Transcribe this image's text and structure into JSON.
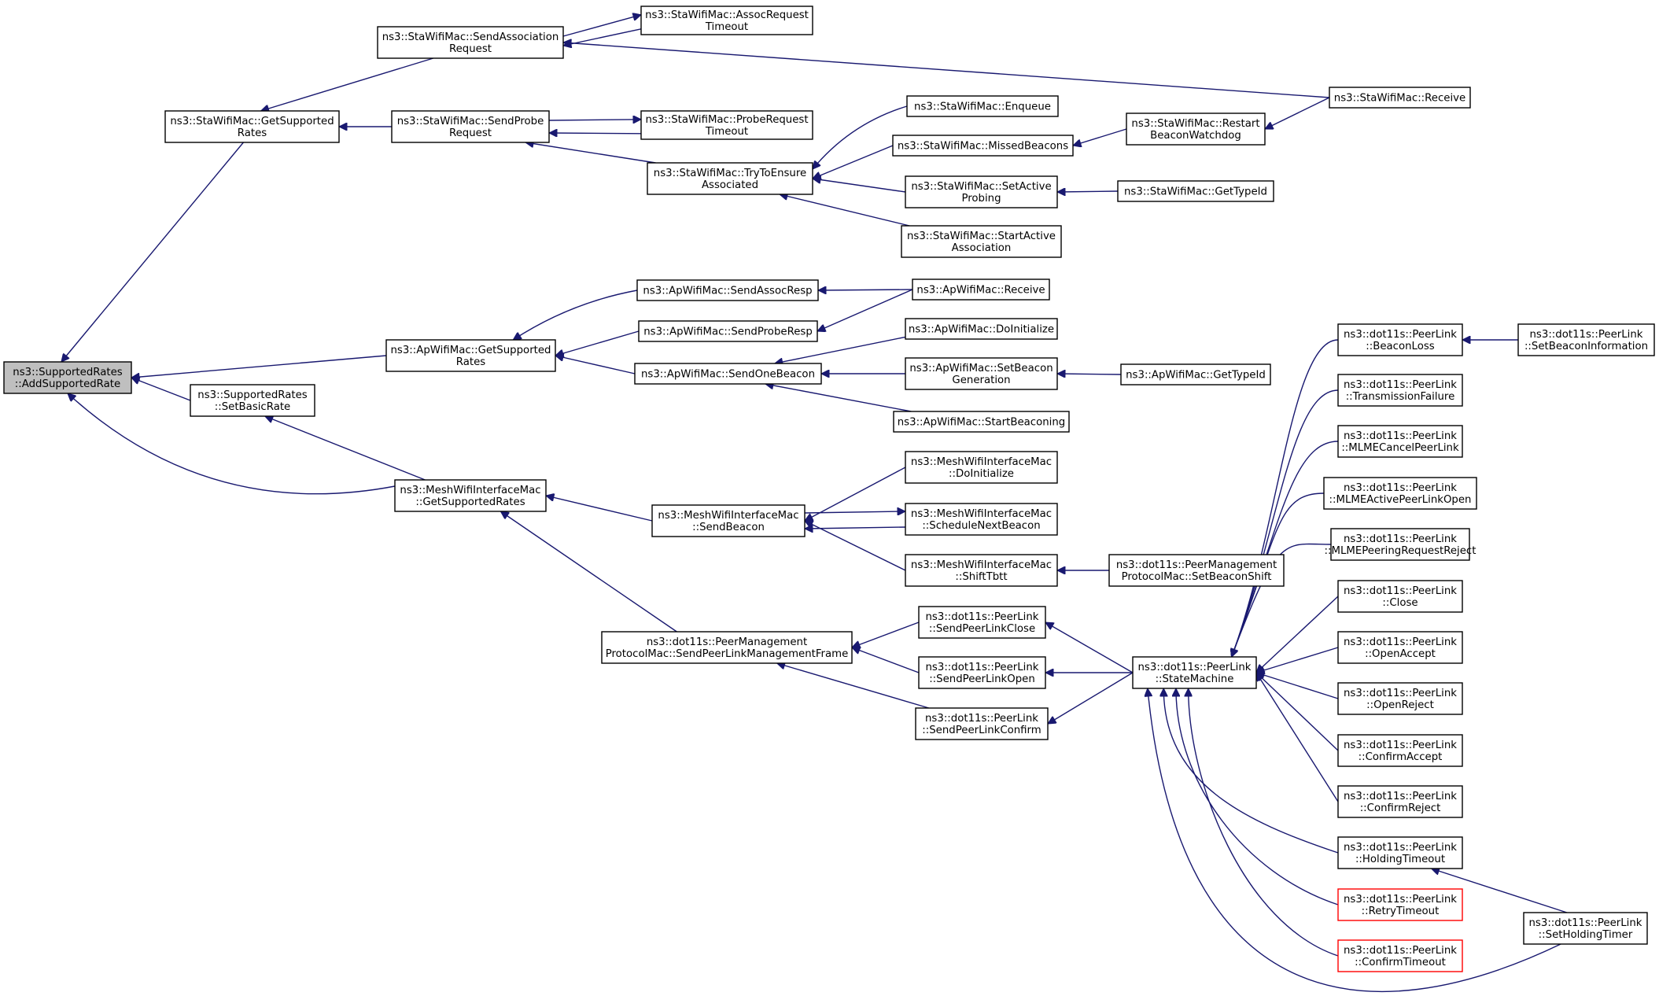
{
  "graph": {
    "colors": {
      "edge": "#191970",
      "node_border": "#000000",
      "node_border_unlinked": "#ff0000",
      "root_fill": "#bfbfbf",
      "node_fill": "#ffffff"
    },
    "nodes": [
      {
        "id": "root",
        "lines": [
          "ns3::SupportedRates",
          "::AddSupportedRate"
        ],
        "root": true
      },
      {
        "id": "sta_getrates",
        "lines": [
          "ns3::StaWifiMac::GetSupported",
          "Rates"
        ]
      },
      {
        "id": "ap_getrates",
        "lines": [
          "ns3::ApWifiMac::GetSupported",
          "Rates"
        ]
      },
      {
        "id": "setbasic",
        "lines": [
          "ns3::SupportedRates",
          "::SetBasicRate"
        ]
      },
      {
        "id": "mesh_getrates",
        "lines": [
          "ns3::MeshWifiInterfaceMac",
          "::GetSupportedRates"
        ]
      },
      {
        "id": "sendassoc",
        "lines": [
          "ns3::StaWifiMac::SendAssociation",
          "Request"
        ]
      },
      {
        "id": "sendprobe",
        "lines": [
          "ns3::StaWifiMac::SendProbe",
          "Request"
        ]
      },
      {
        "id": "assoctimeout",
        "lines": [
          "ns3::StaWifiMac::AssocRequest",
          "Timeout"
        ]
      },
      {
        "id": "probetimeout",
        "lines": [
          "ns3::StaWifiMac::ProbeRequest",
          "Timeout"
        ]
      },
      {
        "id": "tryensure",
        "lines": [
          "ns3::StaWifiMac::TryToEnsure",
          "Associated"
        ]
      },
      {
        "id": "sta_receive",
        "lines": [
          "ns3::StaWifiMac::Receive"
        ]
      },
      {
        "id": "enqueue",
        "lines": [
          "ns3::StaWifiMac::Enqueue"
        ]
      },
      {
        "id": "missed",
        "lines": [
          "ns3::StaWifiMac::MissedBeacons"
        ]
      },
      {
        "id": "restart",
        "lines": [
          "ns3::StaWifiMac::Restart",
          "BeaconWatchdog"
        ]
      },
      {
        "id": "setactive",
        "lines": [
          "ns3::StaWifiMac::SetActive",
          "Probing"
        ]
      },
      {
        "id": "sta_gettype",
        "lines": [
          "ns3::StaWifiMac::GetTypeId"
        ]
      },
      {
        "id": "startactive",
        "lines": [
          "ns3::StaWifiMac::StartActive",
          "Association"
        ]
      },
      {
        "id": "sendassocresp",
        "lines": [
          "ns3::ApWifiMac::SendAssocResp"
        ]
      },
      {
        "id": "sendproberesp",
        "lines": [
          "ns3::ApWifiMac::SendProbeResp"
        ]
      },
      {
        "id": "sendonebeacon",
        "lines": [
          "ns3::ApWifiMac::SendOneBeacon"
        ]
      },
      {
        "id": "ap_receive",
        "lines": [
          "ns3::ApWifiMac::Receive"
        ]
      },
      {
        "id": "ap_doinit",
        "lines": [
          "ns3::ApWifiMac::DoInitialize"
        ]
      },
      {
        "id": "ap_setbeacon",
        "lines": [
          "ns3::ApWifiMac::SetBeacon",
          "Generation"
        ]
      },
      {
        "id": "ap_gettype",
        "lines": [
          "ns3::ApWifiMac::GetTypeId"
        ]
      },
      {
        "id": "startbeaconing",
        "lines": [
          "ns3::ApWifiMac::StartBeaconing"
        ]
      },
      {
        "id": "mesh_sendbeacon",
        "lines": [
          "ns3::MeshWifiInterfaceMac",
          "::SendBeacon"
        ]
      },
      {
        "id": "mesh_doinit",
        "lines": [
          "ns3::MeshWifiInterfaceMac",
          "::DoInitialize"
        ]
      },
      {
        "id": "mesh_schedule",
        "lines": [
          "ns3::MeshWifiInterfaceMac",
          "::ScheduleNextBeacon"
        ]
      },
      {
        "id": "mesh_shift",
        "lines": [
          "ns3::MeshWifiInterfaceMac",
          "::ShiftTbtt"
        ]
      },
      {
        "id": "pm_setbeaconshift",
        "lines": [
          "ns3::dot11s::PeerManagement",
          "ProtocolMac::SetBeaconShift"
        ]
      },
      {
        "id": "pm_sendframe",
        "lines": [
          "ns3::dot11s::PeerManagement",
          "ProtocolMac::SendPeerLinkManagementFrame"
        ]
      },
      {
        "id": "pl_sendclose",
        "lines": [
          "ns3::dot11s::PeerLink",
          "::SendPeerLinkClose"
        ]
      },
      {
        "id": "pl_sendopen",
        "lines": [
          "ns3::dot11s::PeerLink",
          "::SendPeerLinkOpen"
        ]
      },
      {
        "id": "pl_sendconfirm",
        "lines": [
          "ns3::dot11s::PeerLink",
          "::SendPeerLinkConfirm"
        ]
      },
      {
        "id": "pl_statemachine",
        "lines": [
          "ns3::dot11s::PeerLink",
          "::StateMachine"
        ]
      },
      {
        "id": "pl_beaconloss",
        "lines": [
          "ns3::dot11s::PeerLink",
          "::BeaconLoss"
        ]
      },
      {
        "id": "pl_setbeaconinfo",
        "lines": [
          "ns3::dot11s::PeerLink",
          "::SetBeaconInformation"
        ]
      },
      {
        "id": "pl_txfail",
        "lines": [
          "ns3::dot11s::PeerLink",
          "::TransmissionFailure"
        ]
      },
      {
        "id": "pl_cancel",
        "lines": [
          "ns3::dot11s::PeerLink",
          "::MLMECancelPeerLink"
        ]
      },
      {
        "id": "pl_activeopen",
        "lines": [
          "ns3::dot11s::PeerLink",
          "::MLMEActivePeerLinkOpen"
        ]
      },
      {
        "id": "pl_reqreject",
        "lines": [
          "ns3::dot11s::PeerLink",
          "::MLMEPeeringRequestReject"
        ]
      },
      {
        "id": "pl_close",
        "lines": [
          "ns3::dot11s::PeerLink",
          "::Close"
        ]
      },
      {
        "id": "pl_openaccept",
        "lines": [
          "ns3::dot11s::PeerLink",
          "::OpenAccept"
        ]
      },
      {
        "id": "pl_openreject",
        "lines": [
          "ns3::dot11s::PeerLink",
          "::OpenReject"
        ]
      },
      {
        "id": "pl_confirmaccept",
        "lines": [
          "ns3::dot11s::PeerLink",
          "::ConfirmAccept"
        ]
      },
      {
        "id": "pl_confirmreject",
        "lines": [
          "ns3::dot11s::PeerLink",
          "::ConfirmReject"
        ]
      },
      {
        "id": "pl_holdingtimeout",
        "lines": [
          "ns3::dot11s::PeerLink",
          "::HoldingTimeout"
        ]
      },
      {
        "id": "pl_retrytimeout",
        "lines": [
          "ns3::dot11s::PeerLink",
          "::RetryTimeout"
        ],
        "red": true
      },
      {
        "id": "pl_confirmtimeout",
        "lines": [
          "ns3::dot11s::PeerLink",
          "::ConfirmTimeout"
        ],
        "red": true
      },
      {
        "id": "pl_setholding",
        "lines": [
          "ns3::dot11s::PeerLink",
          "::SetHoldingTimer"
        ]
      }
    ],
    "edges": [
      {
        "from": "sta_getrates",
        "to": "root"
      },
      {
        "from": "ap_getrates",
        "to": "root"
      },
      {
        "from": "setbasic",
        "to": "root"
      },
      {
        "from": "mesh_getrates",
        "to": "root"
      },
      {
        "from": "sendassoc",
        "to": "sta_getrates"
      },
      {
        "from": "sendprobe",
        "to": "sta_getrates"
      },
      {
        "from": "assoctimeout",
        "to": "sendassoc"
      },
      {
        "from": "sta_receive",
        "to": "sendassoc"
      },
      {
        "from": "sendassoc",
        "to": "assoctimeout"
      },
      {
        "from": "probetimeout",
        "to": "sendprobe"
      },
      {
        "from": "tryensure",
        "to": "sendprobe"
      },
      {
        "from": "sendprobe",
        "to": "probetimeout"
      },
      {
        "from": "enqueue",
        "to": "tryensure"
      },
      {
        "from": "missed",
        "to": "tryensure"
      },
      {
        "from": "setactive",
        "to": "tryensure"
      },
      {
        "from": "startactive",
        "to": "tryensure"
      },
      {
        "from": "restart",
        "to": "missed"
      },
      {
        "from": "sta_receive",
        "to": "restart"
      },
      {
        "from": "sta_gettype",
        "to": "setactive"
      },
      {
        "from": "sendassocresp",
        "to": "ap_getrates"
      },
      {
        "from": "sendproberesp",
        "to": "ap_getrates"
      },
      {
        "from": "sendonebeacon",
        "to": "ap_getrates"
      },
      {
        "from": "ap_receive",
        "to": "sendassocresp"
      },
      {
        "from": "ap_receive",
        "to": "sendproberesp"
      },
      {
        "from": "ap_doinit",
        "to": "sendonebeacon"
      },
      {
        "from": "ap_setbeacon",
        "to": "sendonebeacon"
      },
      {
        "from": "startbeaconing",
        "to": "sendonebeacon"
      },
      {
        "from": "ap_gettype",
        "to": "ap_setbeacon"
      },
      {
        "from": "mesh_getrates",
        "to": "setbasic"
      },
      {
        "from": "mesh_sendbeacon",
        "to": "mesh_getrates"
      },
      {
        "from": "pm_sendframe",
        "to": "mesh_getrates"
      },
      {
        "from": "mesh_doinit",
        "to": "mesh_sendbeacon"
      },
      {
        "from": "mesh_schedule",
        "to": "mesh_sendbeacon"
      },
      {
        "from": "mesh_sendbeacon",
        "to": "mesh_schedule"
      },
      {
        "from": "mesh_shift",
        "to": "mesh_sendbeacon"
      },
      {
        "from": "pm_setbeaconshift",
        "to": "mesh_shift"
      },
      {
        "from": "pl_sendclose",
        "to": "pm_sendframe"
      },
      {
        "from": "pl_sendopen",
        "to": "pm_sendframe"
      },
      {
        "from": "pl_sendconfirm",
        "to": "pm_sendframe"
      },
      {
        "from": "pl_statemachine",
        "to": "pl_sendclose"
      },
      {
        "from": "pl_statemachine",
        "to": "pl_sendopen"
      },
      {
        "from": "pl_statemachine",
        "to": "pl_sendconfirm"
      },
      {
        "from": "pl_beaconloss",
        "to": "pl_statemachine"
      },
      {
        "from": "pl_txfail",
        "to": "pl_statemachine"
      },
      {
        "from": "pl_cancel",
        "to": "pl_statemachine"
      },
      {
        "from": "pl_activeopen",
        "to": "pl_statemachine"
      },
      {
        "from": "pl_reqreject",
        "to": "pl_statemachine"
      },
      {
        "from": "pl_close",
        "to": "pl_statemachine"
      },
      {
        "from": "pl_openaccept",
        "to": "pl_statemachine"
      },
      {
        "from": "pl_openreject",
        "to": "pl_statemachine"
      },
      {
        "from": "pl_confirmaccept",
        "to": "pl_statemachine"
      },
      {
        "from": "pl_confirmreject",
        "to": "pl_statemachine"
      },
      {
        "from": "pl_holdingtimeout",
        "to": "pl_statemachine"
      },
      {
        "from": "pl_retrytimeout",
        "to": "pl_statemachine"
      },
      {
        "from": "pl_confirmtimeout",
        "to": "pl_statemachine"
      },
      {
        "from": "pl_setholding",
        "to": "pl_statemachine"
      },
      {
        "from": "pl_setbeaconinfo",
        "to": "pl_beaconloss"
      },
      {
        "from": "pl_setholding",
        "to": "pl_holdingtimeout"
      }
    ]
  }
}
